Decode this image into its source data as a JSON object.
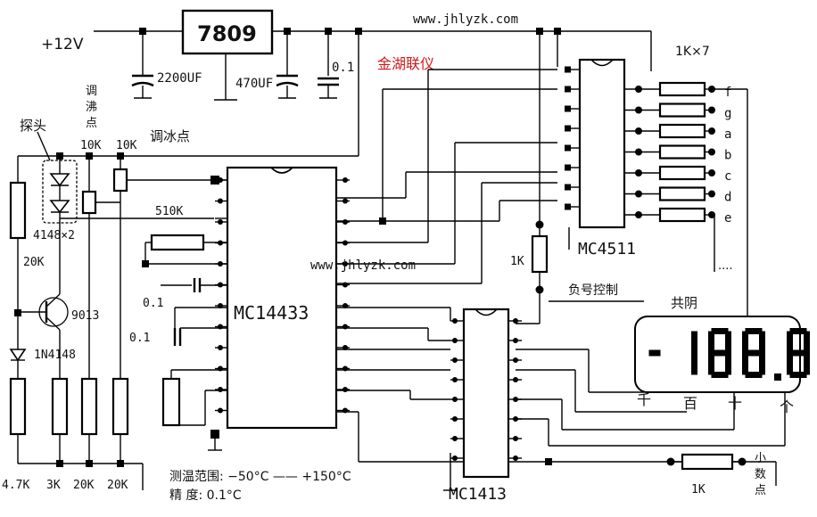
{
  "labels": {
    "url_top": "www.jhlyzk.com",
    "url_mid": "www.jhlyzk.com",
    "brand": "金湖联仪",
    "supply": "+12V",
    "regulator": "7809",
    "cap_2200": "2200UF",
    "cap_470": "470UF",
    "cap_01_top": "0.1",
    "res_1kx7": "1K×7",
    "probe": "探头",
    "boil_adj_1": "调",
    "boil_adj_2": "沸",
    "boil_adj_3": "点",
    "pot_10k_a": "10K",
    "pot_10k_b": "10K",
    "ice_adj": "调冰点",
    "diode_pair": "4148×2",
    "res_20k_top": "20K",
    "res_510k": "510K",
    "transistor": "9013",
    "diode": "1N4148",
    "cap_01_a": "0.1",
    "cap_01_b": "0.1",
    "ic_adc": "MC14433",
    "ic_decoder": "MC4511",
    "ic_driver": "MC1413",
    "res_1k_mid": "1K",
    "res_1k_bottom": "1K",
    "neg_ctrl": "负号控制",
    "common_cathode": "共阴",
    "display_value": "-188.8",
    "dots": "....",
    "res_47k": "4.7K",
    "res_3k": "3K",
    "res_20k_a": "20K",
    "res_20k_b": "20K",
    "range_text": "测温范围: −50°C —— +150°C",
    "precision_text": "精    度: 0.1°C",
    "digit_thousand": "千",
    "digit_hundred": "百",
    "digit_ten": "十",
    "digit_one": "个",
    "decimal_1": "小",
    "decimal_2": "数",
    "decimal_3": "点"
  },
  "segments": [
    "f",
    "g",
    "a",
    "b",
    "c",
    "d",
    "e"
  ],
  "colors": {
    "brand": "#d4181c",
    "wire": "#000000",
    "background": "#ffffff"
  }
}
